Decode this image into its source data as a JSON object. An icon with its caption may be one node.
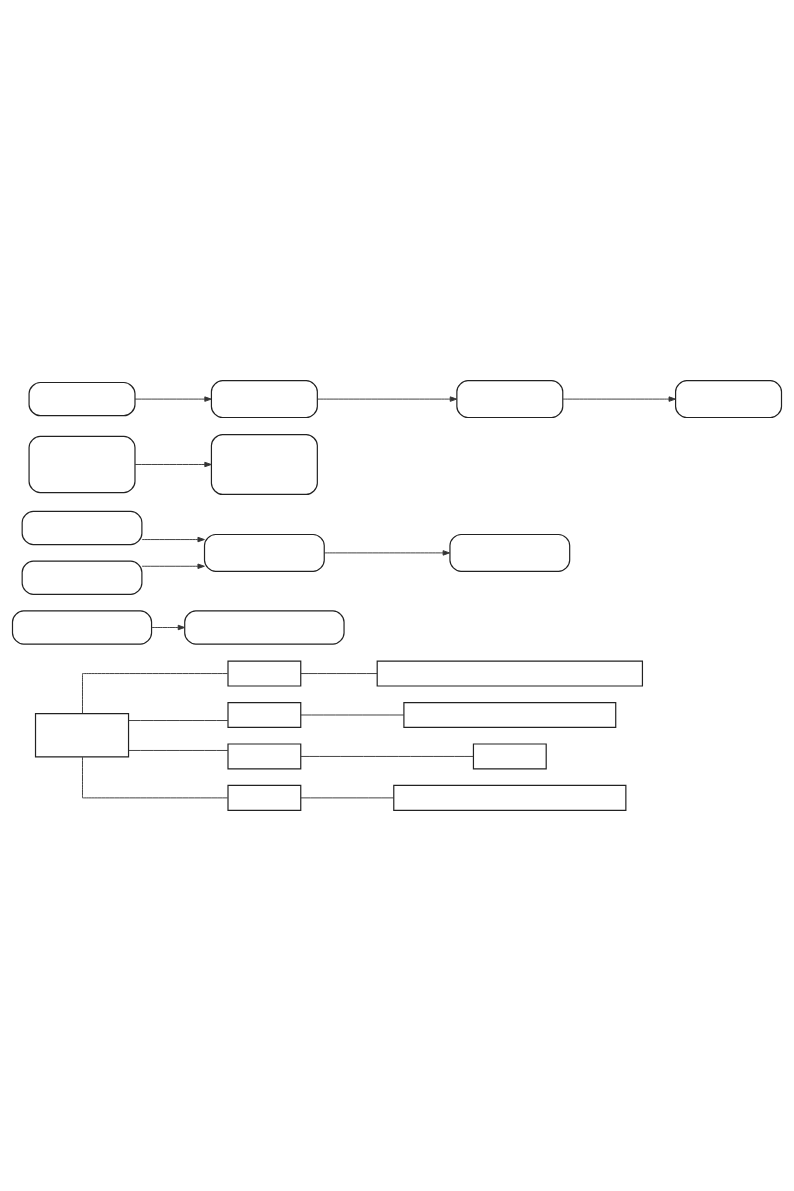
{
  "diagram": {
    "nodes": [
      {
        "text": [],
        "shape": "box"
      },
      {
        "text": [],
        "shape": "box"
      },
      {
        "text": [],
        "shape": "box"
      },
      {
        "text": [],
        "shape": "box"
      },
      {
        "text": [],
        "shape": "box"
      },
      {
        "text": [],
        "shape": "box"
      },
      {
        "text": [],
        "shape": "box"
      },
      {
        "text": [],
        "shape": "box"
      },
      {
        "text": [],
        "shape": "box"
      },
      {
        "text": [],
        "shape": "box"
      },
      {
        "text": [],
        "shape": "box"
      },
      {
        "text": [],
        "shape": "box"
      },
      {
        "text": [],
        "shape": "box"
      },
      {
        "text": [],
        "shape": "box"
      },
      {
        "text": [],
        "shape": "box"
      },
      {
        "text": [],
        "shape": "box"
      },
      {
        "text": [],
        "shape": "box"
      },
      {
        "text": [],
        "shape": "box"
      },
      {
        "text": [],
        "shape": "box"
      },
      {
        "text": [],
        "shape": "box"
      },
      {
        "text": [],
        "shape": "box"
      }
    ],
    "edges": [
      {
        "from": 0,
        "to": 1,
        "arrow": "none"
      },
      {
        "from": 0,
        "to": 3,
        "arrow": "none"
      },
      {
        "from": 0,
        "to": 5,
        "arrow": "none"
      },
      {
        "from": 0,
        "to": 7,
        "arrow": "none"
      },
      {
        "from": 1,
        "to": 2,
        "arrow": "none"
      },
      {
        "from": 3,
        "to": 4,
        "arrow": "none"
      },
      {
        "from": 5,
        "to": 6,
        "arrow": "none"
      },
      {
        "from": 7,
        "to": 8,
        "arrow": "none"
      },
      {
        "from": 9,
        "to": 10,
        "arrow": "to"
      },
      {
        "from": 11,
        "to": 13,
        "arrow": "to"
      },
      {
        "from": 12,
        "to": 13,
        "arrow": "to"
      },
      {
        "from": 13,
        "to": 14,
        "arrow": "to"
      },
      {
        "from": 15,
        "to": 16,
        "arrow": "to"
      },
      {
        "from": 17,
        "to": 18,
        "arrow": "to"
      },
      {
        "from": 18,
        "to": 19,
        "arrow": "to"
      },
      {
        "from": 19,
        "to": 20,
        "arrow": "to"
      }
    ]
  }
}
